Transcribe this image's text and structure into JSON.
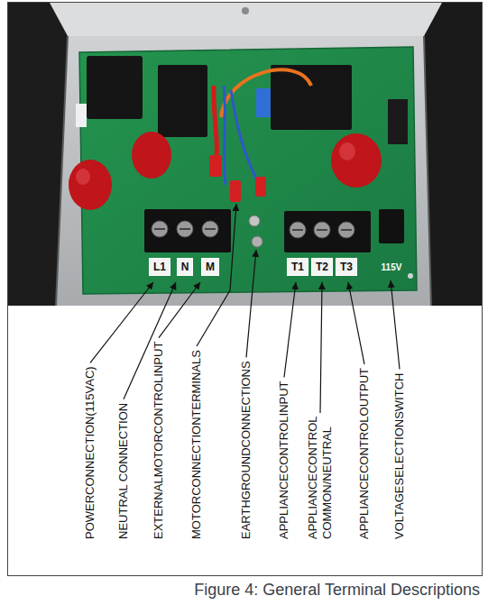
{
  "diagram": {
    "caption": "Figure 4: General Terminal Descriptions",
    "labels": [
      "L1",
      "N",
      "M",
      "T1",
      "T2",
      "T3",
      "115V",
      "POWERCONNECTION(115VAC)",
      "NEUTRAL CONNECTION",
      "EXTERNALMOTORCONTROLINPUT",
      "MOTORCONNECTIONTERMINALS",
      "EARTHGROUNDCONNECTIONS",
      "APPLIANCECONTROLINPUT",
      "APPLIANCECONTROL COMMON/NEUTRAL",
      "APPLIANCECONTROLOUTPUT",
      "VOLTAGESELECTIONSWITCH"
    ]
  }
}
